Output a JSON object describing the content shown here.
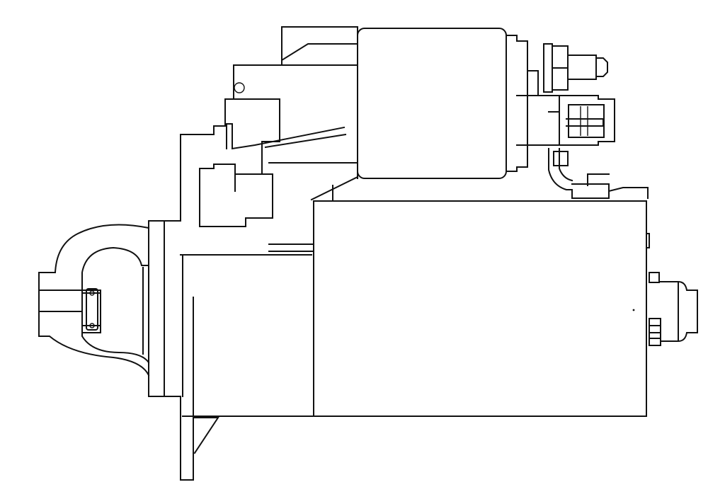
{
  "drawing": {
    "subject": "starter-motor",
    "view": "side-elevation",
    "style": "line-art",
    "colors": {
      "background": "#ffffff",
      "stroke": "#111111"
    }
  }
}
